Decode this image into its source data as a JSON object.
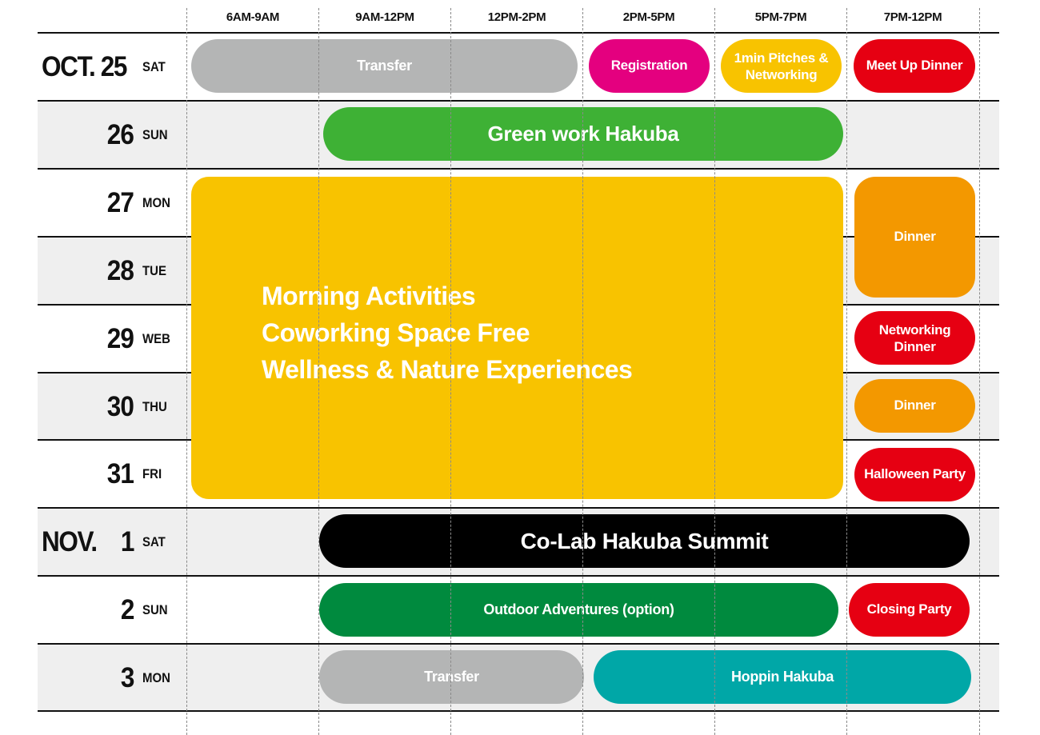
{
  "time_slots": [
    "6AM-9AM",
    "9AM-12PM",
    "12PM-2PM",
    "2PM-5PM",
    "5PM-7PM",
    "7PM-12PM"
  ],
  "days": [
    {
      "month": "OCT. 25",
      "day": "",
      "weekday": "SAT"
    },
    {
      "month": "",
      "day": "26",
      "weekday": "SUN"
    },
    {
      "month": "",
      "day": "27",
      "weekday": "MON"
    },
    {
      "month": "",
      "day": "28",
      "weekday": "TUE"
    },
    {
      "month": "",
      "day": "29",
      "weekday": "WEB"
    },
    {
      "month": "",
      "day": "30",
      "weekday": "THU"
    },
    {
      "month": "",
      "day": "31",
      "weekday": "FRI"
    },
    {
      "month": "NOV.",
      "day": "1",
      "weekday": "SAT"
    },
    {
      "month": "",
      "day": "2",
      "weekday": "SUN"
    },
    {
      "month": "",
      "day": "3",
      "weekday": "MON"
    }
  ],
  "events": {
    "oct25_transfer": {
      "label": "Transfer",
      "color": "#b4b5b5"
    },
    "oct25_registration": {
      "label": "Registration",
      "color": "#e4007f"
    },
    "oct25_pitches": {
      "line1": "1min Pitches &",
      "line2": "Networking",
      "color": "#f8c300"
    },
    "oct25_meetup": {
      "label": "Meet Up Dinner",
      "color": "#e60012"
    },
    "oct26_green": {
      "label": "Green work Hakuba",
      "color": "#3eb135"
    },
    "block": {
      "lines": [
        "Morning Activities",
        "Coworking Space Free",
        "Wellness & Nature Experiences"
      ],
      "color": "#f8c300"
    },
    "oct27_dinner": {
      "label": "Dinner",
      "color": "#f39800"
    },
    "oct29_networking": {
      "line1": "Networking",
      "line2": "Dinner",
      "color": "#e60012"
    },
    "oct30_dinner": {
      "label": "Dinner",
      "color": "#f39800"
    },
    "oct31_halloween": {
      "label": "Halloween Party",
      "color": "#e60012"
    },
    "nov1_summit": {
      "label": "Co-Lab Hakuba Summit",
      "color": "#000000"
    },
    "nov2_outdoor": {
      "label": "Outdoor Adventures (option)",
      "color": "#008a3e"
    },
    "nov2_closing": {
      "label": "Closing Party",
      "color": "#e60012"
    },
    "nov3_transfer": {
      "label": "Transfer",
      "color": "#b4b5b5"
    },
    "nov3_hoppin": {
      "label": "Hoppin Hakuba",
      "color": "#00a7a7"
    }
  }
}
